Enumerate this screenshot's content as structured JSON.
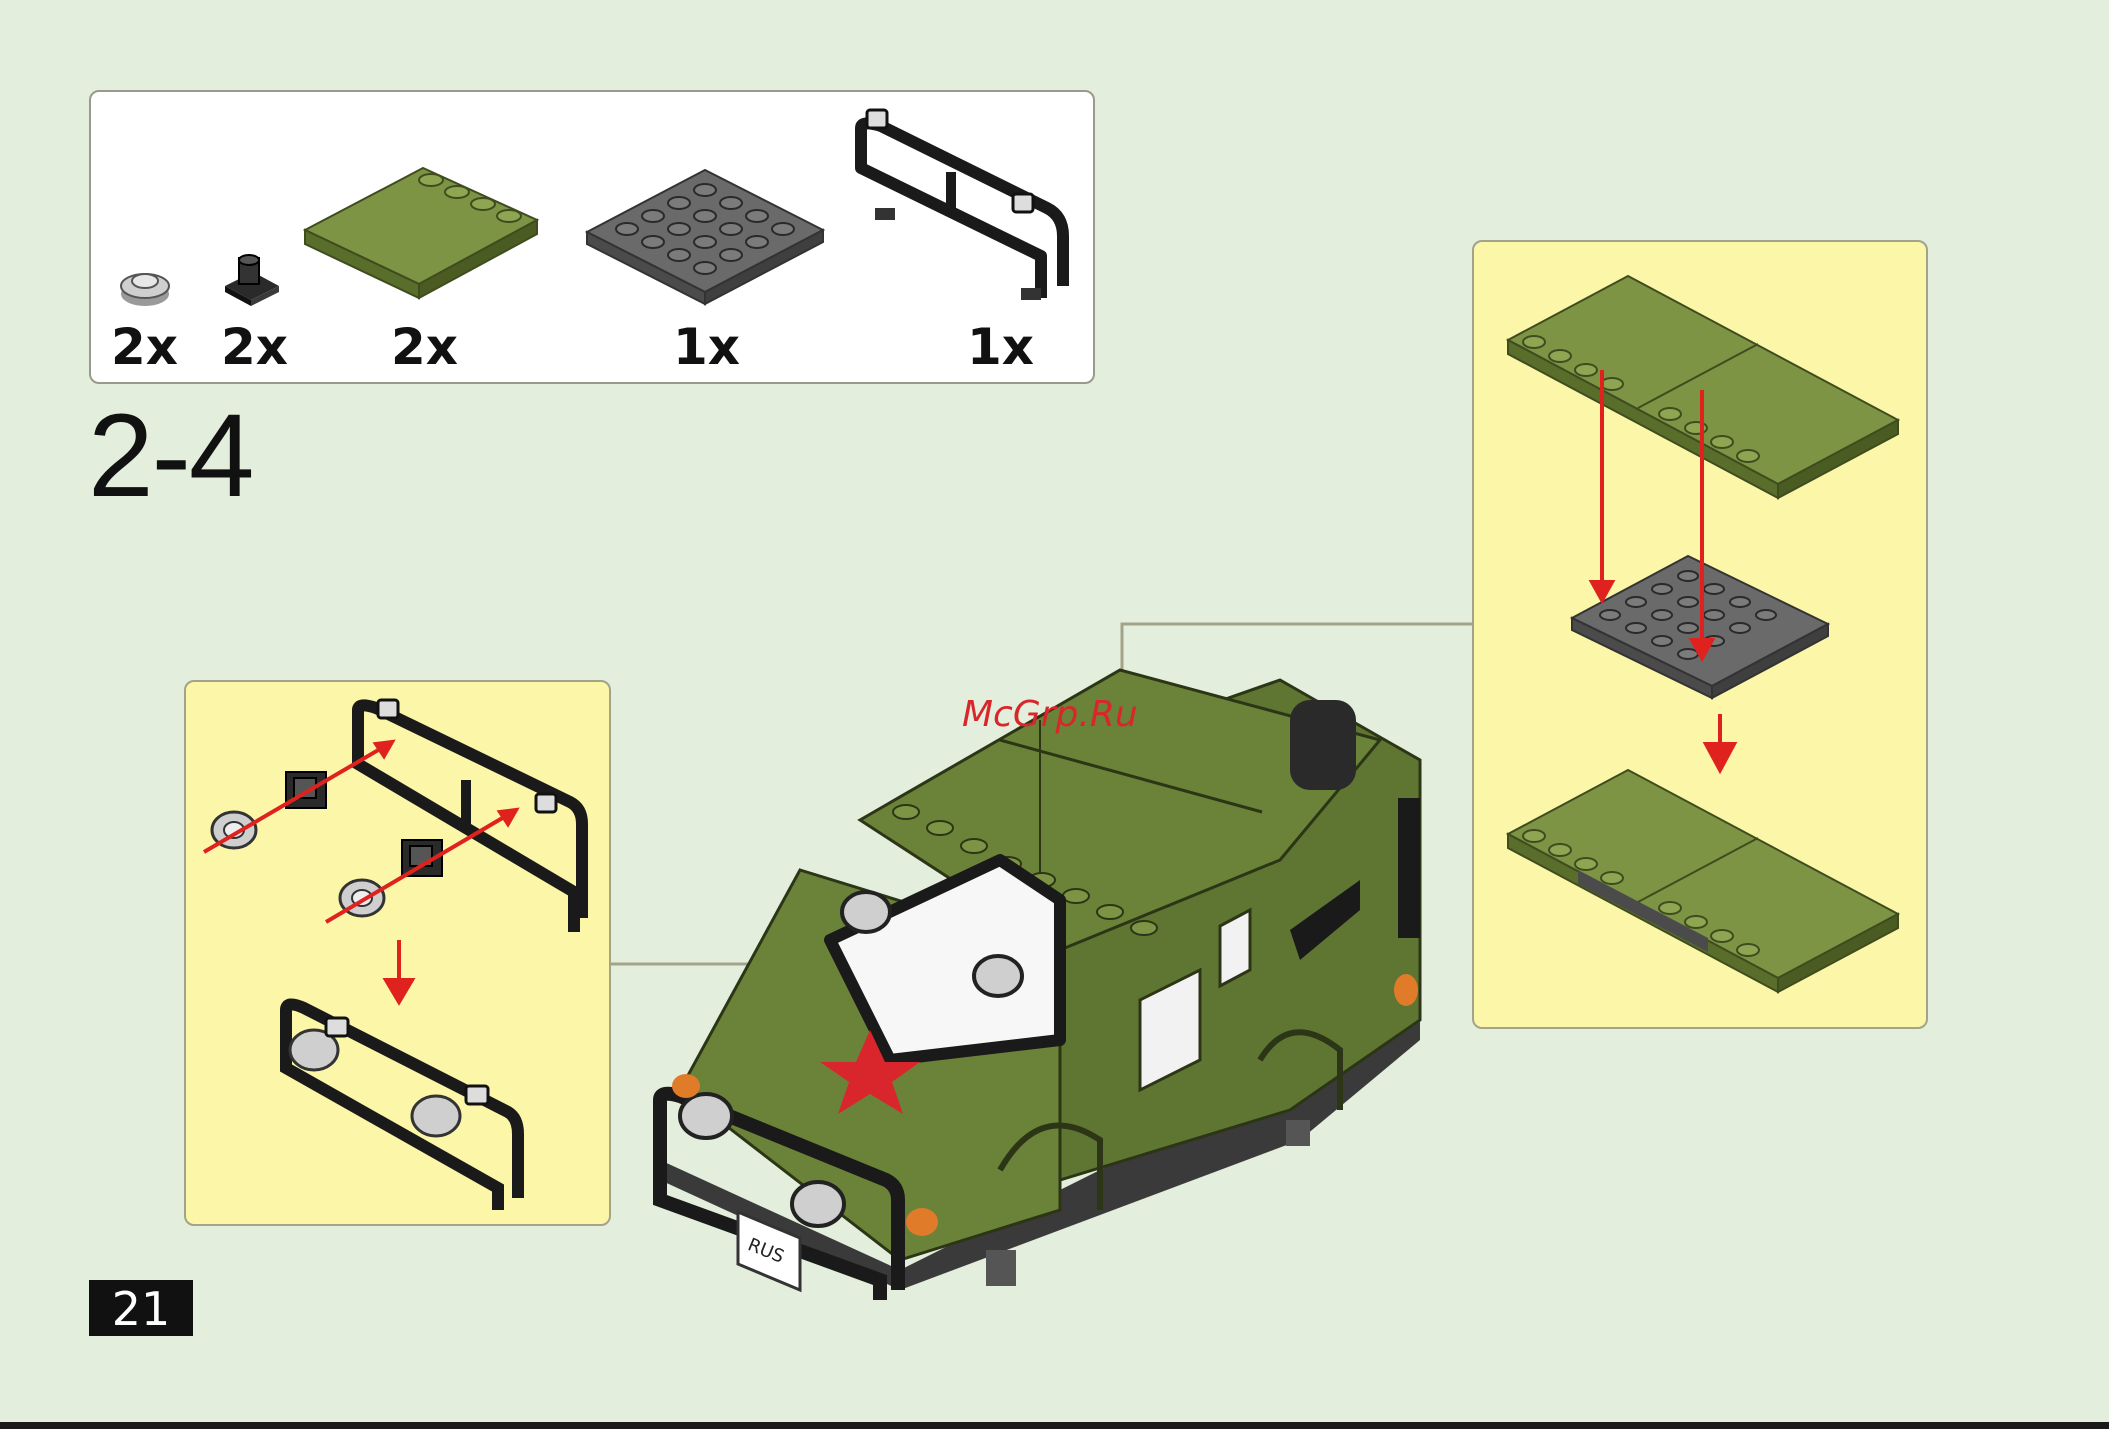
{
  "parts_list": [
    {
      "qty": "2x",
      "name": "round-plate-1x1",
      "color": "#c9c9c9"
    },
    {
      "qty": "2x",
      "name": "bracket-clip-1x1",
      "color": "#2b2b2b"
    },
    {
      "qty": "2x",
      "name": "tile-plate-4x4-green",
      "color": "#7e9445"
    },
    {
      "qty": "1x",
      "name": "plate-4x4-dark-grey",
      "color": "#6a6a6a"
    },
    {
      "qty": "1x",
      "name": "roof-rack-bar-black",
      "color": "#1f1f1f"
    }
  ],
  "step": {
    "number": "2-4"
  },
  "vehicle": {
    "plate_text": "RUS",
    "body_color": "#6b8338",
    "star_color": "#d9262c"
  },
  "watermark": {
    "text": "McGrp.Ru"
  },
  "page": {
    "number": "21"
  },
  "colors": {
    "background": "#e3efdc",
    "callout_fill": "#fbf6a8",
    "arrow": "#e0221f",
    "leader_line": "#a3a38a"
  }
}
